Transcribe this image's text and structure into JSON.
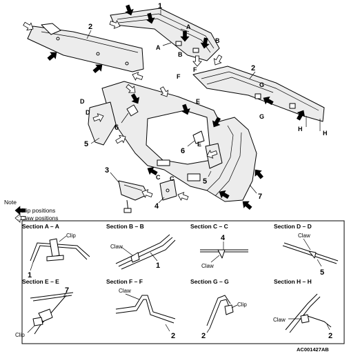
{
  "callouts": {
    "n1_top": "1",
    "n2_left": "2",
    "n2_right": "2",
    "n3": "3",
    "n4": "4",
    "n5_left": "5",
    "n5_right": "5",
    "n6_left": "6",
    "n6_center": "6",
    "n7": "7"
  },
  "section_refs": {
    "A": "A",
    "B": "B",
    "C": "C",
    "D": "D",
    "E": "E",
    "F": "F",
    "G": "G",
    "H": "H"
  },
  "note": {
    "title": "Note",
    "clip_legend": ": Clip positions",
    "claw_legend": ": Claw positions"
  },
  "sections": [
    {
      "title": "Section A – A",
      "labels": [
        "Clip"
      ],
      "number": "1"
    },
    {
      "title": "Section B – B",
      "labels": [
        "Claw"
      ],
      "number": "1"
    },
    {
      "title": "Section C – C",
      "labels": [
        "Claw"
      ],
      "number": "4"
    },
    {
      "title": "Section D – D",
      "labels": [
        "Claw"
      ],
      "number": "5"
    },
    {
      "title": "Section E – E",
      "labels": [
        "Clip"
      ],
      "number": "7"
    },
    {
      "title": "Section F – F",
      "labels": [
        "Claw"
      ],
      "number": "2"
    },
    {
      "title": "Section G – G",
      "labels": [
        "Clip"
      ],
      "number": "2"
    },
    {
      "title": "Section H – H",
      "labels": [
        "Claw"
      ],
      "number": "2"
    }
  ],
  "figure_code": "AC001427AB",
  "icons": {
    "clip": "filled-arrow-icon",
    "claw": "outline-arrow-icon"
  }
}
